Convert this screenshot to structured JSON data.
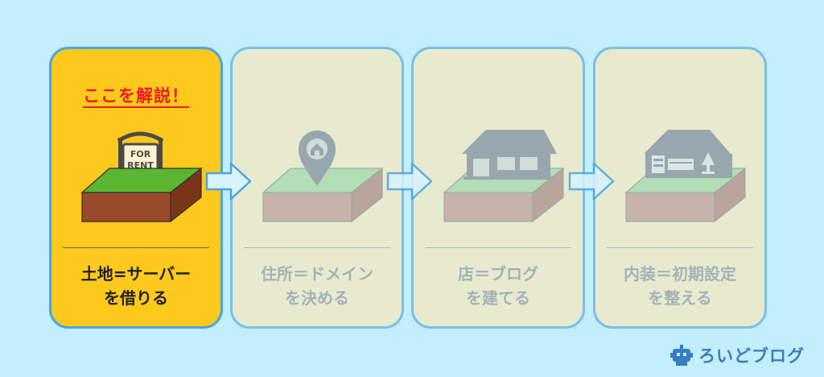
{
  "callout": {
    "label": "ここを解説！"
  },
  "steps": [
    {
      "caption_line1": "土地=サーバー",
      "caption_line2": "を借りる",
      "icon": "for-rent-sign-icon",
      "sign_line1": "FOR",
      "sign_line2": "RENT",
      "state": "active"
    },
    {
      "caption_line1": "住所＝ドメイン",
      "caption_line2": "を決める",
      "icon": "location-pin-icon",
      "state": "inactive"
    },
    {
      "caption_line1": "店＝ブログ",
      "caption_line2": "を建てる",
      "icon": "house-icon",
      "state": "inactive"
    },
    {
      "caption_line1": "内装＝初期設定",
      "caption_line2": "を整える",
      "icon": "furnished-house-icon",
      "state": "inactive"
    }
  ],
  "brand": {
    "name": "ろいどブログ",
    "icon": "robot-icon"
  },
  "colors": {
    "background": "#c3eefc",
    "active_card": "#fdc91c",
    "inactive_card": "#ffe9b5",
    "card_border": "#4aa4e0",
    "callout_text": "#ee1c1c",
    "arrow": "#d8f3fd",
    "brand": "#3a7cc0"
  }
}
